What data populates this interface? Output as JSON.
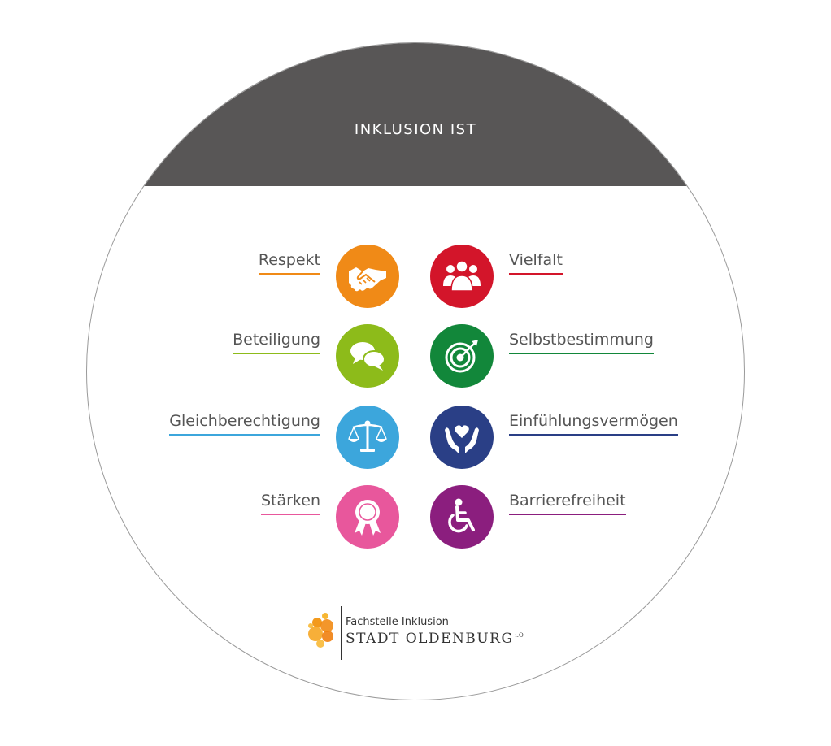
{
  "header": {
    "title": "INKLUSION IST"
  },
  "values": {
    "left": [
      {
        "label": "Respekt",
        "icon": "handshake-icon",
        "color": "#f08a17"
      },
      {
        "label": "Beteiligung",
        "icon": "speech-bubbles-icon",
        "color": "#8dbb1a"
      },
      {
        "label": "Gleichberechtigung",
        "icon": "scales-icon",
        "color": "#3ca6dc"
      },
      {
        "label": "Stärken",
        "icon": "award-rosette-icon",
        "color": "#e8579c"
      }
    ],
    "right": [
      {
        "label": "Vielfalt",
        "icon": "group-people-icon",
        "color": "#d3152a"
      },
      {
        "label": "Selbstbestimmung",
        "icon": "target-icon",
        "color": "#12873a"
      },
      {
        "label": "Einfühlungsvermögen",
        "icon": "heart-hands-icon",
        "color": "#2a3f86"
      },
      {
        "label": "Barrierefreiheit",
        "icon": "wheelchair-icon",
        "color": "#8b1e7e"
      }
    ]
  },
  "logo": {
    "line1": "Fachstelle Inklusion",
    "line2": "STADT OLDENBURG",
    "suffix": "i.O."
  },
  "colors": {
    "header_band": "#585656",
    "label_text": "#555555",
    "disc_border": "#9a9a9a"
  }
}
